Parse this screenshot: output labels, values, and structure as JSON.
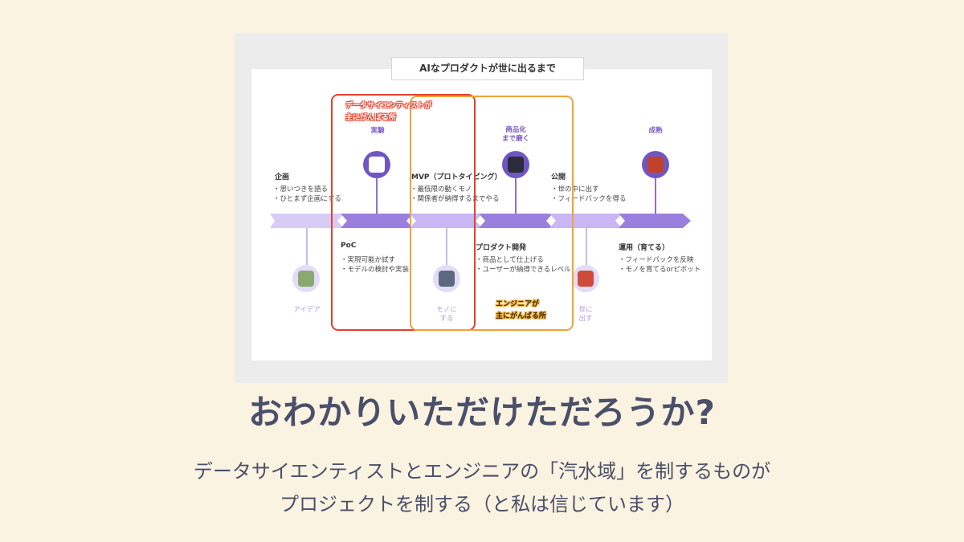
{
  "slide": {
    "headline": "おわかりいただけただろうか?",
    "sub_line1": "データサイエンティストとエンジニアの「汽水域」を制するものが",
    "sub_line2": "プロジェクトを制する（と私は信じています）"
  },
  "diagram": {
    "title": "AIなプロダクトが世に出るまで",
    "stages": {
      "kikaku": {
        "head": "企画",
        "bullets": [
          "・思いつきを語る",
          "・ひとまず企画にする"
        ]
      },
      "jikken": {
        "label": "実験"
      },
      "poc": {
        "head": "PoC",
        "bullets": [
          "・実現可能か試す",
          "・モデルの検討や実装"
        ]
      },
      "mvp": {
        "head": "MVP（プロトタイピング）",
        "bullets": [
          "・最低限の動くモノ",
          "・関係者が納得するまでやる"
        ]
      },
      "shohinka": {
        "label": "商品化\nまで磨く"
      },
      "product": {
        "head": "プロダクト開発",
        "bullets": [
          "・商品として仕上げる",
          "・ユーザーが納得できるレベル"
        ]
      },
      "kokai": {
        "head": "公開",
        "bullets": [
          "・世の中に出す",
          "・フィードバックを得る"
        ]
      },
      "seijuku": {
        "label": "成熟"
      },
      "unyo": {
        "head": "運用（育てる）",
        "bullets": [
          "・フィードバックを反映",
          "・モノを育てるorピボット"
        ]
      },
      "idea": {
        "label": "アイデア"
      },
      "mono": {
        "label": "モノに\nする"
      },
      "yoni": {
        "label": "世に\n出す"
      }
    },
    "callouts": {
      "ds": "データサイエンティストが\n主にがんばる所",
      "eng": "エンジニアが\n主にがんばる所"
    },
    "icon_names": [
      "kikaku-avatar-icon",
      "jikken-scientist-icon",
      "mono-team-icon",
      "shohinka-meeting-icon",
      "yoni-shop-icon",
      "seijuku-store-icon"
    ],
    "colors": {
      "arrow": "#9b7fdf",
      "arrow_light": "#c9b6f4",
      "ds_box": "#e4402b",
      "eng_box": "#f0a23a"
    }
  }
}
